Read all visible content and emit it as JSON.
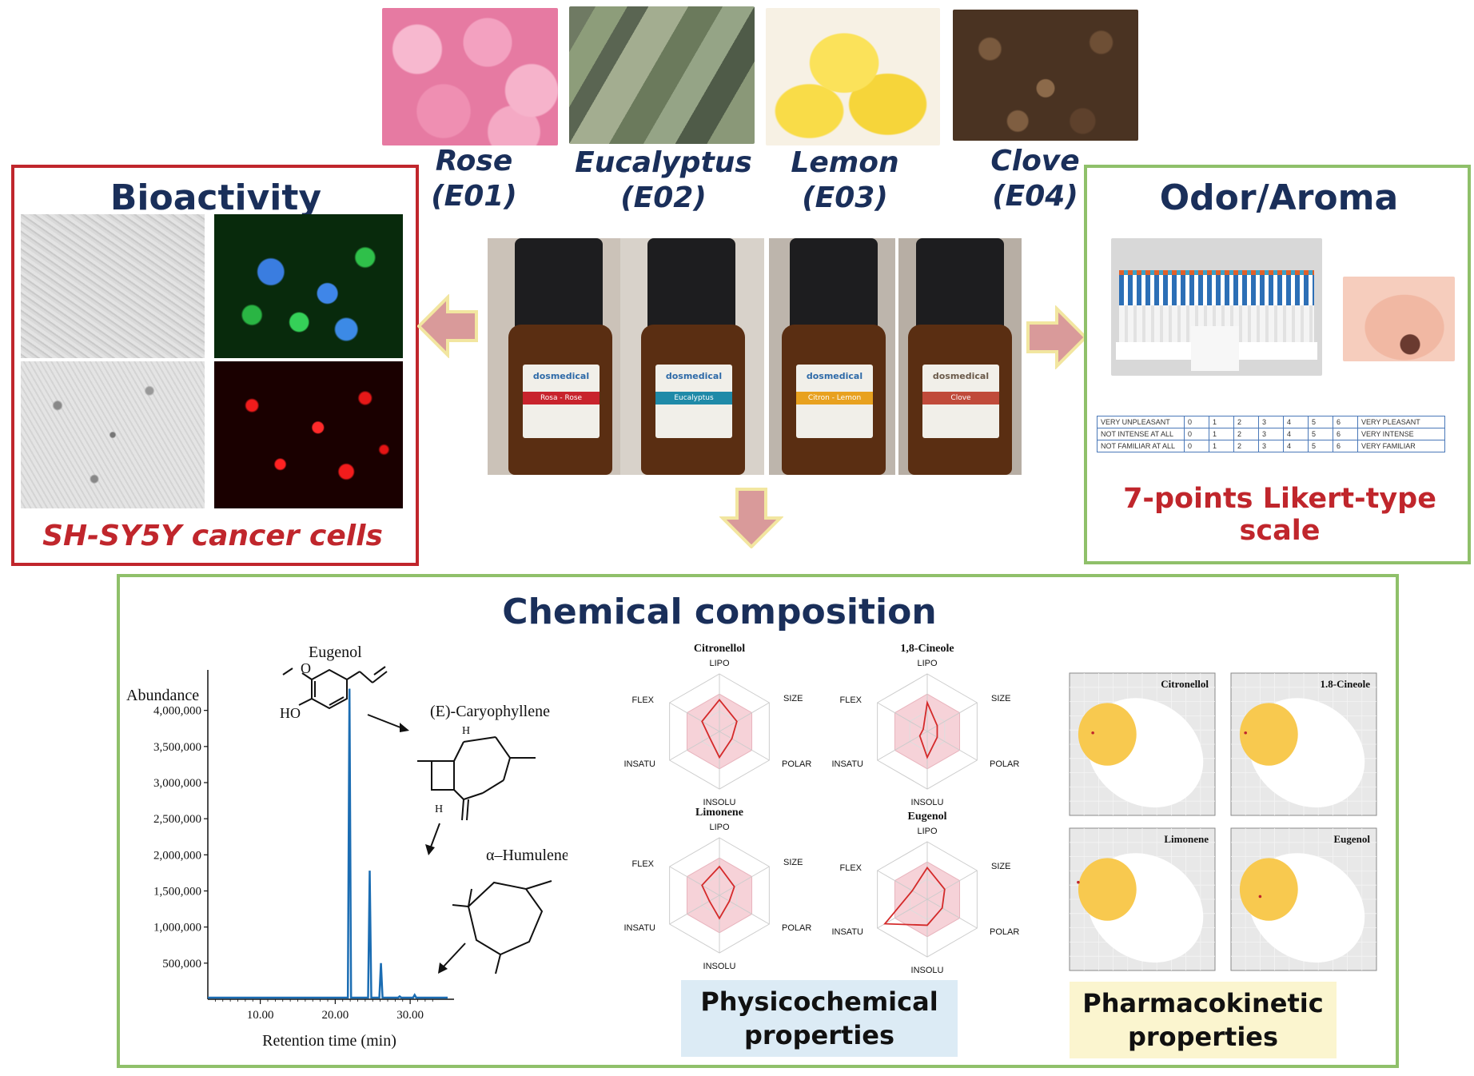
{
  "oils": [
    {
      "name": "Rose",
      "code": "(E01)"
    },
    {
      "name": "Eucalyptus",
      "code": "(E02)"
    },
    {
      "name": "Lemon",
      "code": "(E03)"
    },
    {
      "name": "Clove",
      "code": "(E04)"
    }
  ],
  "bioactivity": {
    "title": "Bioactivity",
    "caption": "SH-SY5Y cancer cells"
  },
  "odor": {
    "title": "Odor/Aroma",
    "caption": "7-points Likert-type scale",
    "likert_rows": [
      {
        "left": "VERY UNPLEASANT",
        "right": "VERY PLEASANT"
      },
      {
        "left": "NOT INTENSE AT ALL",
        "right": "VERY INTENSE"
      },
      {
        "left": "NOT FAMILIAR AT ALL",
        "right": "VERY FAMILIAR"
      }
    ],
    "likert_points": [
      "0",
      "1",
      "2",
      "3",
      "4",
      "5",
      "6"
    ]
  },
  "bottles": [
    {
      "brand": "dosmedical",
      "label": "Rosa - Rose",
      "band_color": "#c8232c"
    },
    {
      "brand": "dosmedical",
      "label": "Eucalyptus",
      "band_color": "#1f8aa8"
    },
    {
      "brand": "dosmedical",
      "label": "Citron - Lemon",
      "band_color": "#e8a11f"
    },
    {
      "brand": "dosmedical",
      "label": "Clove",
      "band_color": "#c04a3a"
    }
  ],
  "chemical": {
    "title": "Chemical composition",
    "physicochemical_label": [
      "Physicochemical",
      "properties"
    ],
    "pharmacokinetic_label": [
      "Pharmacokinetic",
      "properties"
    ]
  },
  "chart_data": {
    "type": "line",
    "ylabel": "Abundance",
    "xlabel": "Retention time (min)",
    "x_ticks": [
      "10.00",
      "20.00",
      "30.00"
    ],
    "x_tick_values": [
      10,
      20,
      30
    ],
    "y_ticks": [
      "500,000",
      "1,000,000",
      "1,500,000",
      "2,000,000",
      "2,500,000",
      "3,000,000",
      "3,500,000",
      "4,000,000"
    ],
    "y_tick_values": [
      500000,
      1000000,
      1500000,
      2000000,
      2500000,
      3000000,
      3500000,
      4000000
    ],
    "xlim": [
      3,
      35
    ],
    "ylim": [
      0,
      4450000
    ],
    "peaks": [
      {
        "x": 21.9,
        "y": 4300000,
        "label": "Eugenol"
      },
      {
        "x": 24.6,
        "y": 1780000,
        "label": "(E)-Caryophyllene"
      },
      {
        "x": 26.1,
        "y": 500000,
        "label": "α–Humulene"
      },
      {
        "x": 28.6,
        "y": 40000,
        "label": ""
      },
      {
        "x": 30.6,
        "y": 60000,
        "label": ""
      }
    ]
  },
  "radars": [
    {
      "name": "Citronellol",
      "axes": [
        "LIPO",
        "SIZE",
        "POLAR",
        "INSOLU",
        "INSATU",
        "FLEX"
      ]
    },
    {
      "name": "1,8-Cineole",
      "axes": [
        "LIPO",
        "SIZE",
        "POLAR",
        "INSOLU",
        "INSATU",
        "FLEX"
      ]
    },
    {
      "name": "Limonene",
      "axes": [
        "LIPO",
        "SIZE",
        "POLAR",
        "INSOLU",
        "INSATU",
        "FLEX"
      ]
    },
    {
      "name": "Eugenol",
      "axes": [
        "LIPO",
        "SIZE",
        "POLAR",
        "INSOLU",
        "INSATU",
        "FLEX"
      ]
    }
  ],
  "boiled_egg": [
    {
      "name": "Citronellol"
    },
    {
      "name": "1.8-Cineole"
    },
    {
      "name": "Limonene"
    },
    {
      "name": "Eugenol"
    }
  ]
}
